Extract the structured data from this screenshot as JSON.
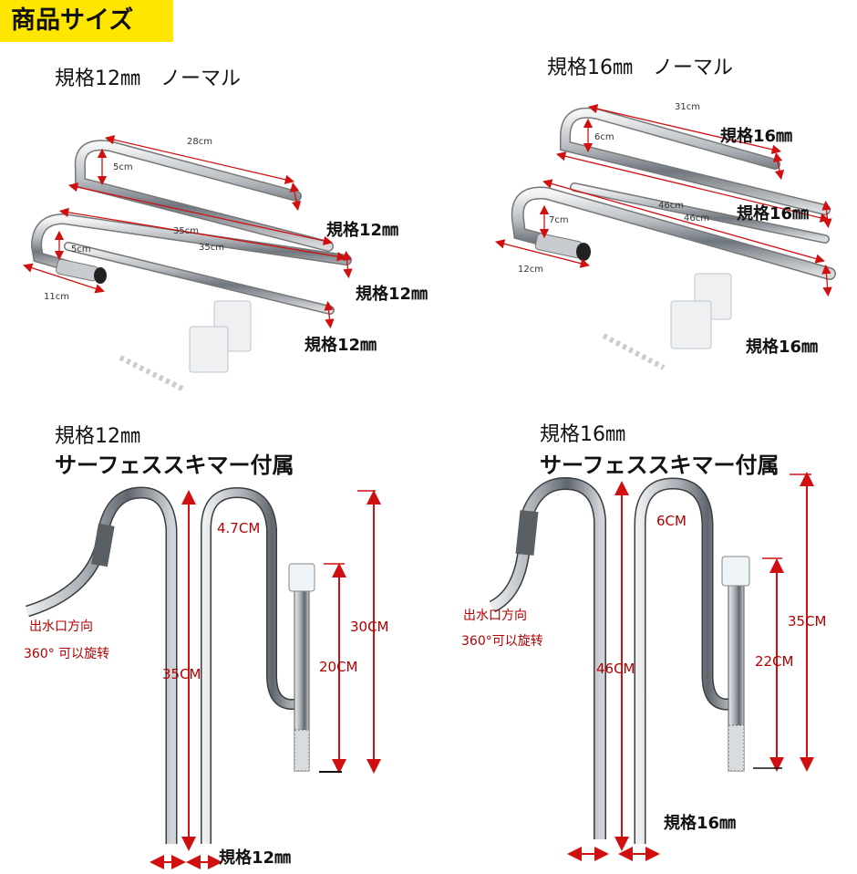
{
  "badge": "商品サイズ",
  "top_left": {
    "title": "規格12㎜　ノーマル",
    "dims": [
      "28cm",
      "5cm",
      "35cm",
      "35cm",
      "5cm",
      "11cm"
    ],
    "specs": [
      "規格12㎜",
      "規格12㎜",
      "規格12㎜"
    ]
  },
  "top_right": {
    "title": "規格16㎜　ノーマル",
    "dims": [
      "31cm",
      "6cm",
      "46cm",
      "46cm",
      "7cm",
      "12cm"
    ],
    "specs": [
      "規格16㎜",
      "規格16㎜",
      "規格16㎜"
    ]
  },
  "bottom_left": {
    "title1": "規格12㎜",
    "title2": "サーフェススキマー付属",
    "outlet1": "出水口方向",
    "outlet2": "360° 可以旋转",
    "dims": [
      "4.7CM",
      "35CM",
      "30CM",
      "20CM"
    ],
    "spec": "規格12㎜"
  },
  "bottom_right": {
    "title1": "規格16㎜",
    "title2": "サーフェススキマー付属",
    "outlet1": "出水口方向",
    "outlet2": "360°可以旋转",
    "dims": [
      "6CM",
      "46CM",
      "35CM",
      "22CM"
    ],
    "spec": "規格16㎜"
  },
  "colors": {
    "badge": "#ffe600",
    "arrow": "#d01010",
    "steel": "#9aa0a6"
  }
}
